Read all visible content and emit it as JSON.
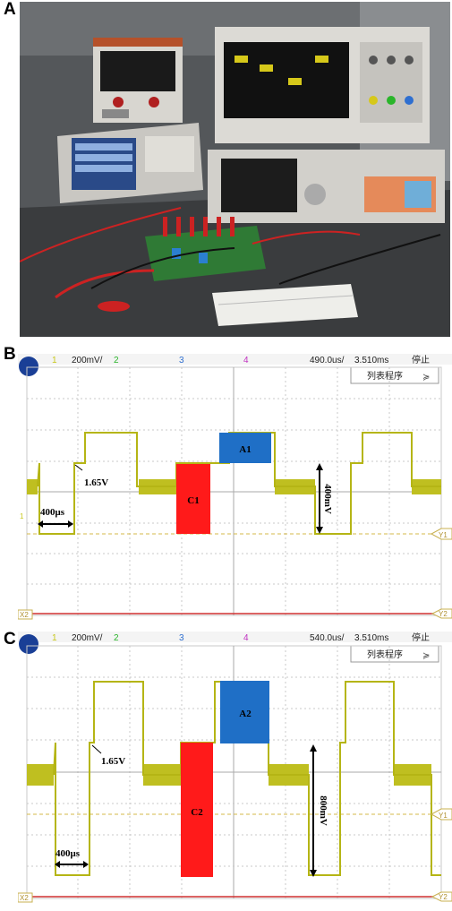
{
  "panels": {
    "a": {
      "letter": "A"
    },
    "b": {
      "letter": "B",
      "status": {
        "ch1": "1",
        "scale": "200mV/",
        "ch2": "2",
        "ch3": "3",
        "ch4": "4",
        "timebase": "490.0us/",
        "delay": "3.510ms",
        "state": "停止"
      },
      "menu_label": "列表程序",
      "annotations": {
        "voltage_level": "1.65V",
        "time_span": "400μs",
        "charge_box": "C1",
        "discharge_box": "A1",
        "amplitude": "400mV"
      },
      "markers": {
        "ground": "1",
        "trigger": "Y1",
        "x2": "X2",
        "y2": "Y2"
      }
    },
    "c": {
      "letter": "C",
      "status": {
        "ch1": "1",
        "scale": "200mV/",
        "ch2": "2",
        "ch3": "3",
        "ch4": "4",
        "timebase": "540.0us/",
        "delay": "3.510ms",
        "state": "停止"
      },
      "menu_label": "列表程序",
      "annotations": {
        "voltage_level": "1.65V",
        "time_span": "400μs",
        "charge_box": "C2",
        "discharge_box": "A2",
        "amplitude": "800mV"
      },
      "markers": {
        "trigger": "Y1",
        "x2": "X2",
        "y2": "Y2"
      }
    }
  },
  "colors": {
    "trace": "#c8c81a",
    "grid": "#c8c8c8",
    "charge_box": "#ff1a1a",
    "discharge_box": "#1f6fc6",
    "cursor_line": "#d03030",
    "trigger_line": "#d4b84a",
    "ch1_label": "#c8c81a",
    "ch2_label": "#2ab52a",
    "ch3_label": "#2f6fd0",
    "ch4_label": "#c030c0"
  }
}
